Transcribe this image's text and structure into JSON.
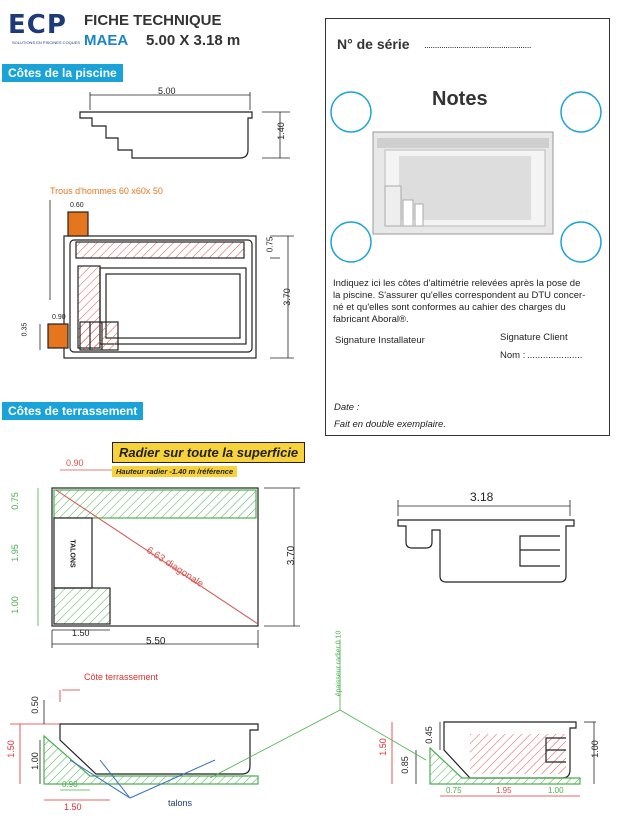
{
  "header": {
    "logo": "ECP",
    "logo_sub": "SOLUTIONS EN PISCINES COQUES",
    "title": "FICHE TECHNIQUE",
    "model": "MAEA",
    "size": "5.00 X 3.18 m"
  },
  "sections": {
    "piscine": "Côtes de la piscine",
    "terrassement": "Côtes de terrassement"
  },
  "notes_panel": {
    "serial_label": "N° de série",
    "serial_dots": "..................................................",
    "title": "Notes",
    "instructions": [
      "Indiquez ici les côtes d'altimétrie relevées après la pose de",
      "la piscine. S'assurer qu'elles correspondent au DTU concer-",
      "né et qu'elles sont conformes au cahier des charges du",
      "fabricant Aboral®."
    ],
    "signature_installer": "Signature Installateur",
    "signature_client": "Signature Client",
    "name_label": "Nom :",
    "name_dots": ".....................",
    "date_label": "Date :",
    "duplicate_note": "Fait en double exemplaire."
  },
  "piscine_dims": {
    "length": "5.00",
    "depth": "1.40",
    "width": "3.70",
    "manholes_label": "Trous d'hommes 60 x60x 50",
    "d_060": "0.60",
    "d_075": "0.75",
    "d_035": "0.35",
    "d_090": "0.90"
  },
  "terrassement": {
    "radier_title": "Radier sur toute la superficie",
    "radier_sub": "Hauteur radier -1.40 m /référence",
    "talons": "TALONS",
    "diagonal": "6.63 diagonale",
    "d_075": "0.75",
    "d_195": "1.95",
    "d_100": "1.00",
    "d_090": "0.90",
    "d_150": "1.50",
    "d_550": "5.50",
    "d_370": "3.70",
    "width_318": "3.18",
    "cote_label": "Côte terrassement",
    "epaisseur_label": "épaisseur radier 0.10",
    "talons_label": "talons",
    "d_050": "0.50",
    "d_045": "0.45",
    "d_085": "0.85"
  },
  "colors": {
    "accent": "#1aa3d9",
    "radier_bg": "#f7d23b",
    "hatch_red": "#d9534f",
    "hatch_green": "#4caf50",
    "manhole_orange": "#e6761e",
    "dim_red": "#e03030",
    "dim_green": "#49b049"
  }
}
